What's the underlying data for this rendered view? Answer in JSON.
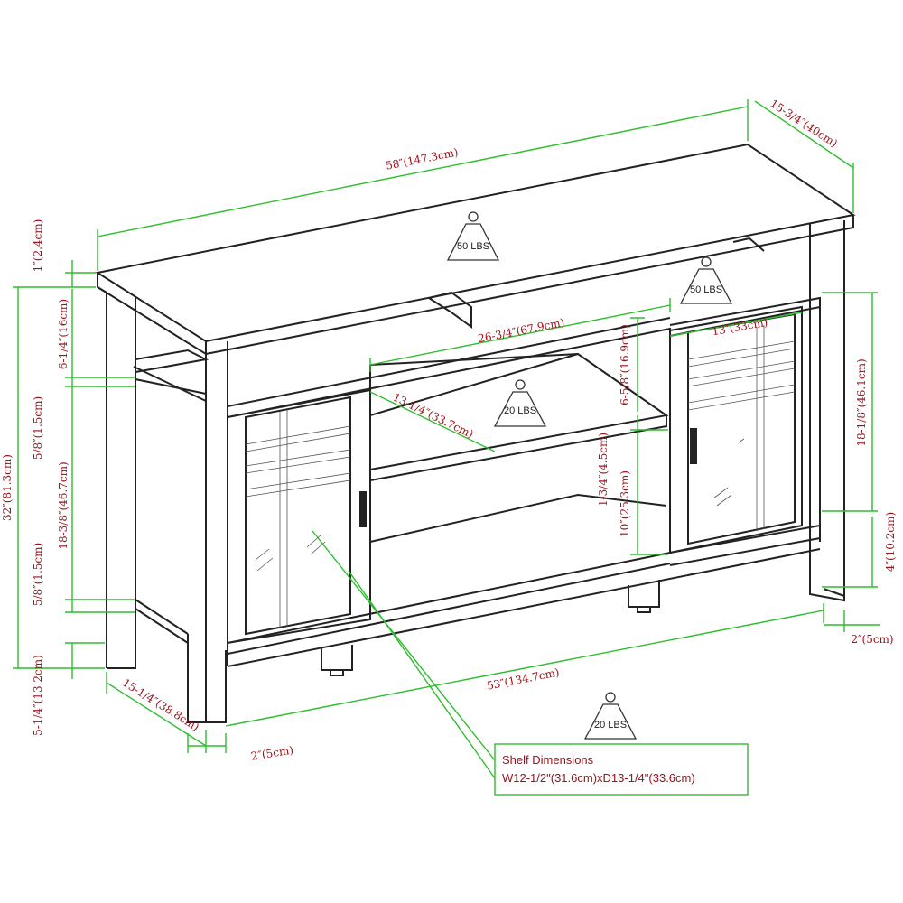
{
  "dimensions": {
    "width_total": "58″(147.3cm)",
    "depth_total": "15-3/4″(40cm)",
    "top_thickness": "1″(2.4cm)",
    "height_total": "32″(81.3cm)",
    "top_gap": "6-1/4″(16cm)",
    "shelf_thickness_upper": "5/8″(1.5cm)",
    "cabinet_height": "18-3/8″(46.7cm)",
    "shelf_thickness_lower": "5/8″(1.5cm)",
    "leg_height": "5-1/4″(13.2cm)",
    "bottom_depth": "15-1/4″(38.8cm)",
    "leg_width_front": "2″(5cm)",
    "bottom_width": "53″(134.7cm)",
    "center_opening_width": "26-3/4″(67.9cm)",
    "shelf_depth": "13-1/4″(33.7cm)",
    "upper_opening_height": "6-5/8″(16.9cm)",
    "shelf_thickness_center": "1-3/4″(4.5cm)",
    "lower_opening_height": "10″(25.3cm)",
    "door_width": "13″(33cm)",
    "door_height": "18-1/8″(46.1cm)",
    "right_leg_height": "4″(10.2cm)",
    "leg_width_side": "2″(5cm)"
  },
  "weights": {
    "top": "50 LBS",
    "upper_shelf": "50 LBS",
    "center_shelf": "20 LBS",
    "bottom": "20 LBS"
  },
  "shelf_note": {
    "title": "Shelf Dimensions",
    "detail": "W12-1/2\"(31.6cm)xD13-1/4\"(33.6cm)"
  },
  "colors": {
    "dimension_line": "#2ebd2e",
    "dimension_text": "#a0101a",
    "furniture_line": "#222222"
  }
}
